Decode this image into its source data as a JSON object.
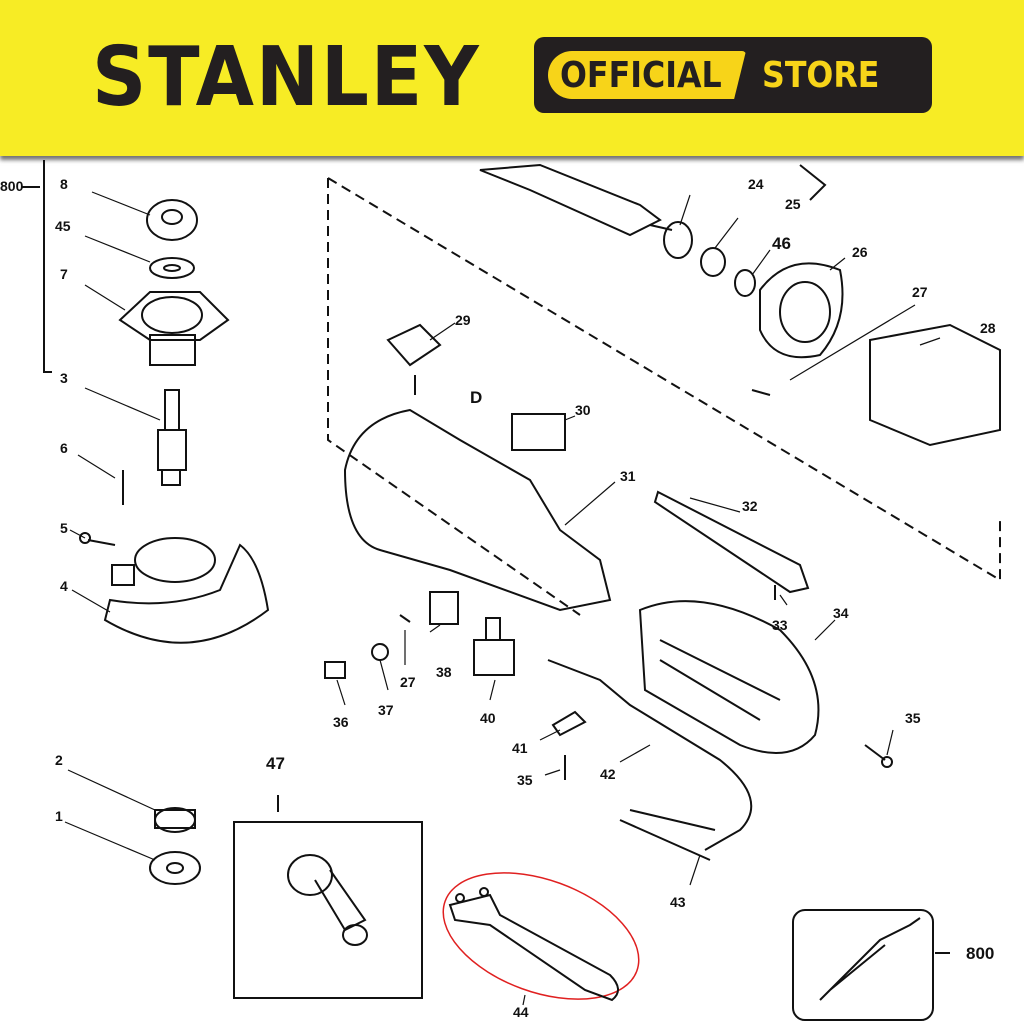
{
  "banner": {
    "brand": "STANLEY",
    "official": "OFFICIAL",
    "store": "STORE",
    "colors": {
      "yellow": "#f7ec25",
      "dark": "#231f20",
      "accent": "#f7d419"
    }
  },
  "diagram": {
    "callout_letter": "D",
    "highlight_color": "#e02020",
    "labels": {
      "p800a": "800",
      "p8": "8",
      "p45": "45",
      "p7": "7",
      "p3": "3",
      "p6": "6",
      "p5": "5",
      "p4": "4",
      "p2": "2",
      "p1": "1",
      "p47": "47",
      "p24": "24",
      "p25": "25",
      "p46": "46",
      "p26": "26",
      "p27a": "27",
      "p28": "28",
      "p29": "29",
      "p30": "30",
      "p31": "31",
      "p32": "32",
      "p33": "33",
      "p34": "34",
      "p35a": "35",
      "p35b": "35",
      "p27b": "27",
      "p38": "38",
      "p36": "36",
      "p37": "37",
      "p40": "40",
      "p41": "41",
      "p42": "42",
      "p43": "43",
      "p44": "44",
      "p800b": "800"
    }
  }
}
